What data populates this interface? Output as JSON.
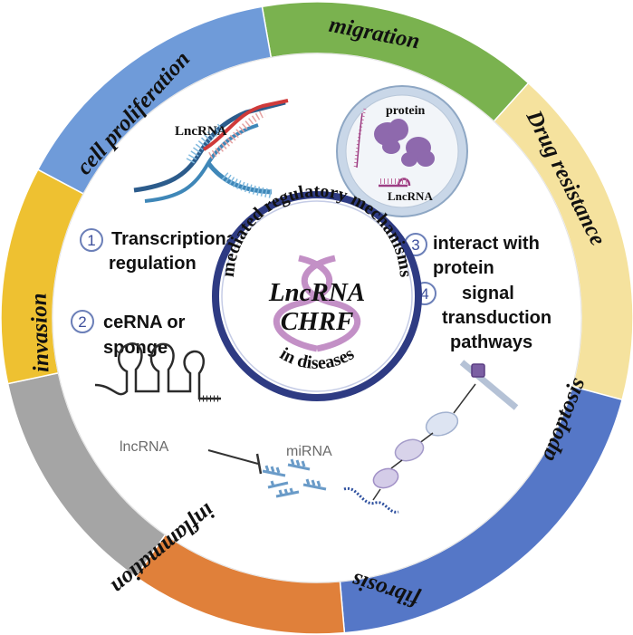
{
  "segments": [
    {
      "label": "migration",
      "color": "#7ab24f"
    },
    {
      "label": "Drug resistance",
      "color": "#f5e29e"
    },
    {
      "label": "apoptosis",
      "color": "#5577c7"
    },
    {
      "label": "fibrosis",
      "color": "#e0803a"
    },
    {
      "label": "inflammation",
      "color": "#a5a5a5"
    },
    {
      "label": "invasion",
      "color": "#eec131"
    },
    {
      "label": "cell proliferation",
      "color": "#6f9bd9"
    }
  ],
  "center": {
    "title_line1": "LncRNA",
    "title_line2": "CHRF",
    "ring_top": "mediated regulatory mechanisms",
    "ring_bottom": "in diseases",
    "ring_color": "#2e3b83"
  },
  "mechanisms": [
    {
      "number": "1",
      "line1": "Transcriptional",
      "line2": "regulation"
    },
    {
      "number": "2",
      "line1": "ceRNA or",
      "line2": "sponge"
    },
    {
      "number": "3",
      "line1": "interact with",
      "line2": "protein"
    },
    {
      "number": "4",
      "line1": "signal",
      "line2": "transduction",
      "line3": "pathways"
    }
  ],
  "illustrations": {
    "dna_label": "LncRNA",
    "protein_label": "protein",
    "protein_lnc_label": "LncRNA",
    "hairpin_label": "lncRNA",
    "mirna_label": "miRNA"
  }
}
